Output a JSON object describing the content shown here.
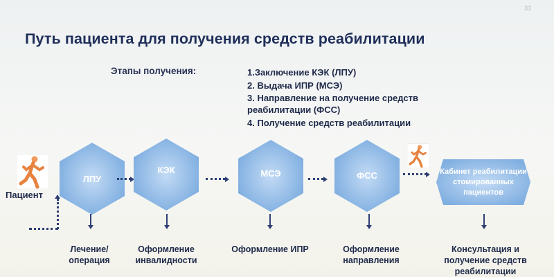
{
  "slide_number": "33",
  "title": "Путь пациента для получения средств реабилитации",
  "stages": {
    "label": "Этапы получения:",
    "items": [
      "1.Заключение КЭК (ЛПУ)",
      "2. Выдача ИПР (МСЭ)",
      "3. Направление на получение средств реабилитации (ФСС)",
      "4. Получение средств реабилитации"
    ]
  },
  "flow": {
    "patient_label": "Пациент",
    "nodes": [
      {
        "label": "ЛПУ",
        "caption": "Лечение/ операция"
      },
      {
        "label": "КЭК",
        "caption": "Оформление инвалидности"
      },
      {
        "label": "МСЭ",
        "caption": "Оформление ИПР"
      },
      {
        "label": "ФСС",
        "caption": "Оформление направления"
      }
    ],
    "office": {
      "label": "Кабинет реабилитации стомированных пациентов",
      "caption": "Консультация и получение средств реабилитации"
    }
  },
  "colors": {
    "title": "#1f2f5a",
    "hex_fill": "#8db8e6",
    "hex_center": "#c3dbf5",
    "arrow": "#2e3f74"
  },
  "icons": [
    "walking-person-icon",
    "walking-person-icon"
  ]
}
